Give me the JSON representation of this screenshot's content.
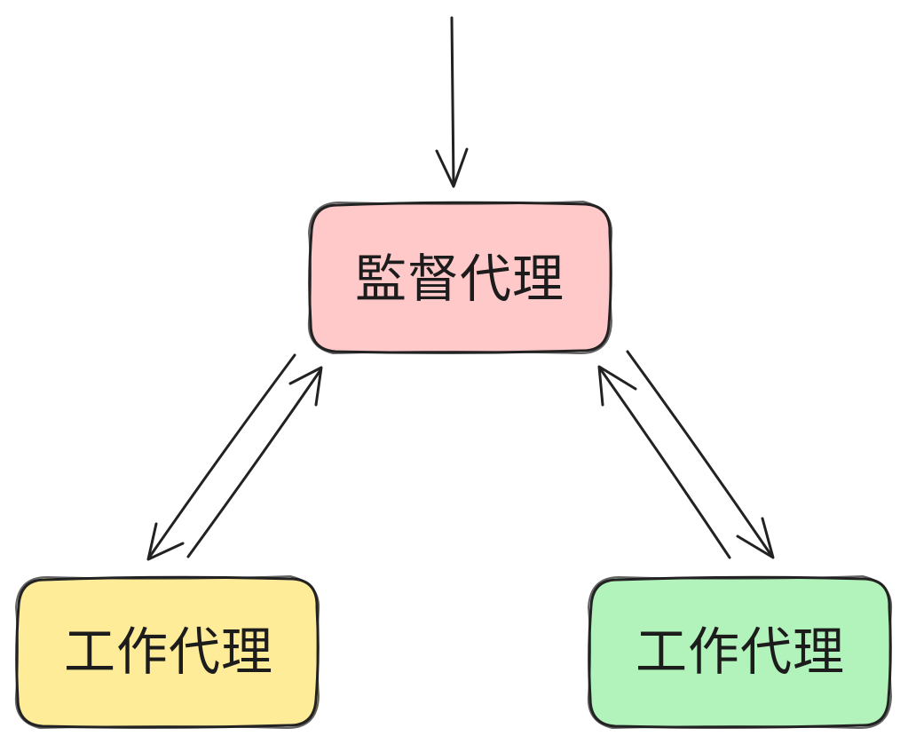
{
  "nodes": {
    "supervisor": {
      "label": "監督代理",
      "fill": "#ffc9c9"
    },
    "worker_left": {
      "label": "工作代理",
      "fill": "#ffec99"
    },
    "worker_right": {
      "label": "工作代理",
      "fill": "#b2f2bb"
    }
  },
  "colors": {
    "stroke": "#222222",
    "background": "#ffffff"
  }
}
